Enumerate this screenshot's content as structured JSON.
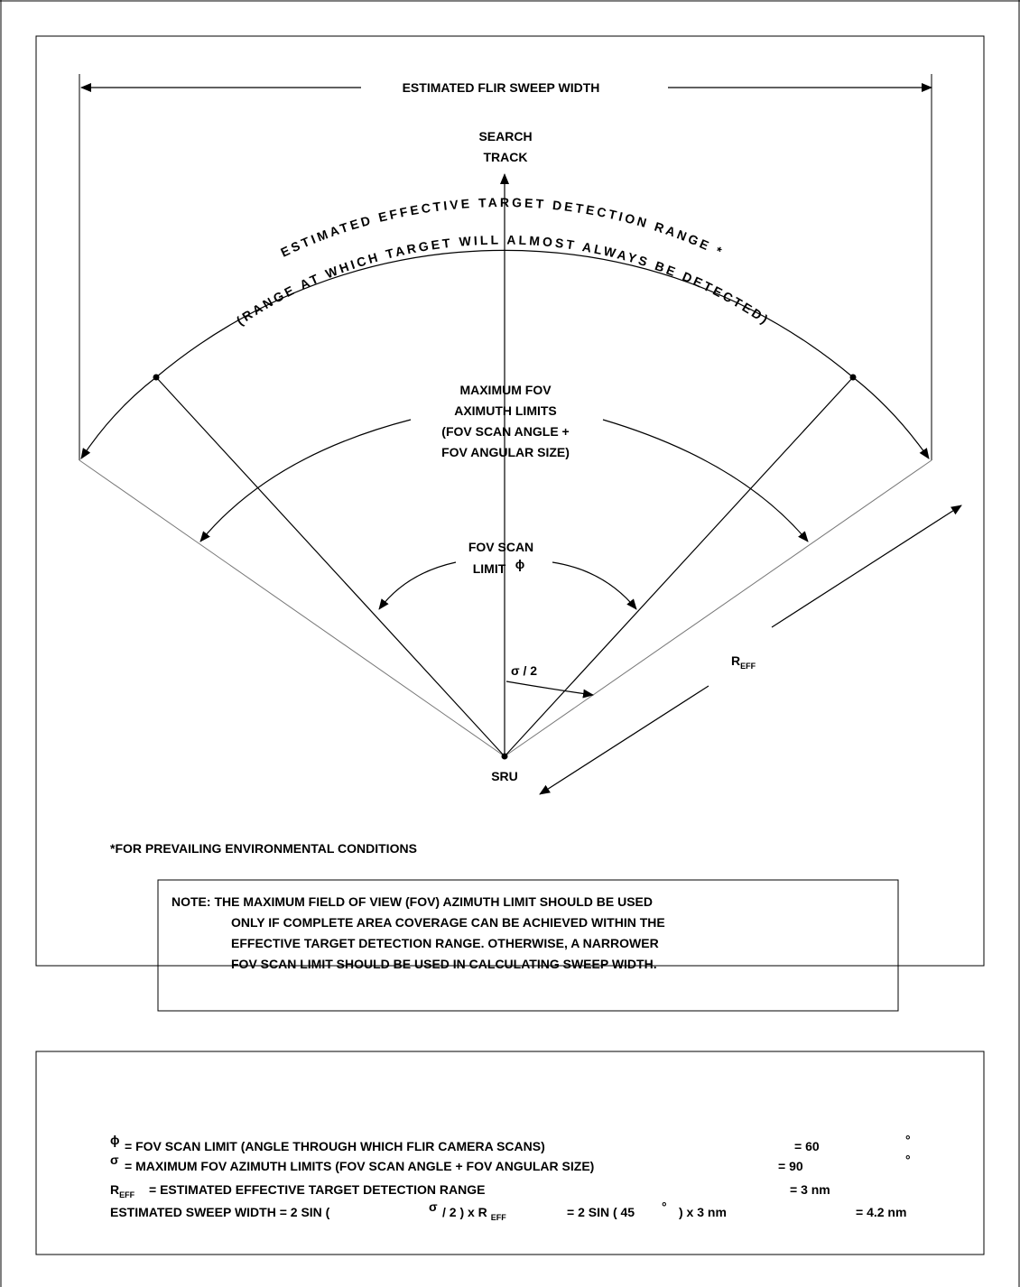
{
  "diagram": {
    "sweep_width_label": "ESTIMATED FLIR SWEEP WIDTH",
    "search_track_line1": "SEARCH",
    "search_track_line2": "TRACK",
    "arc_label_outer": "ESTIMATED EFFECTIVE TARGET DETECTION RANGE *",
    "arc_label_inner": "(RANGE AT WHICH TARGET WILL ALMOST ALWAYS BE DETECTED)",
    "max_fov_lines": [
      "MAXIMUM FOV",
      "AXIMUTH LIMITS",
      "(FOV SCAN ANGLE +",
      "FOV ANGULAR SIZE)"
    ],
    "fov_scan_line1": "FOV SCAN",
    "fov_scan_line2": "LIMIT",
    "phi_symbol": "ϕ",
    "sigma_half": "σ / 2",
    "reff_main": "R",
    "reff_sub": "EFF",
    "sru_label": "SRU",
    "footnote": "*FOR PREVAILING ENVIRONMENTAL CONDITIONS",
    "note_lines": [
      "NOTE:  THE MAXIMUM FIELD OF VIEW (FOV) AZIMUTH LIMIT SHOULD BE USED",
      "ONLY IF COMPLETE AREA COVERAGE CAN BE ACHIEVED WITHIN THE",
      "EFFECTIVE TARGET DETECTION RANGE.  OTHERWISE, A NARROWER",
      "FOV SCAN LIMIT SHOULD BE USED IN CALCULATING SWEEP WIDTH."
    ]
  },
  "legend": {
    "phi_symbol": "ϕ",
    "phi_text": "=  FOV SCAN LIMIT (ANGLE THROUGH WHICH FLIR CAMERA SCANS)",
    "phi_value": "=  60",
    "sigma_symbol": "σ",
    "sigma_text": "=  MAXIMUM FOV AZIMUTH LIMITS (FOV SCAN ANGLE  +  FOV ANGULAR SIZE)",
    "sigma_value": "=  90",
    "degree": "°",
    "reff_text": "=  ESTIMATED EFFECTIVE TARGET DETECTION RANGE",
    "reff_value": "=  3 nm",
    "sweep_prefix": "ESTIMATED SWEEP WIDTH  =  2 SIN (",
    "sweep_mid": "/ 2 )  x  R",
    "sweep_formula": "=  2 SIN ( 45",
    "sweep_formula_end": ")  x  3 nm",
    "sweep_result": "=  4.2 nm"
  }
}
